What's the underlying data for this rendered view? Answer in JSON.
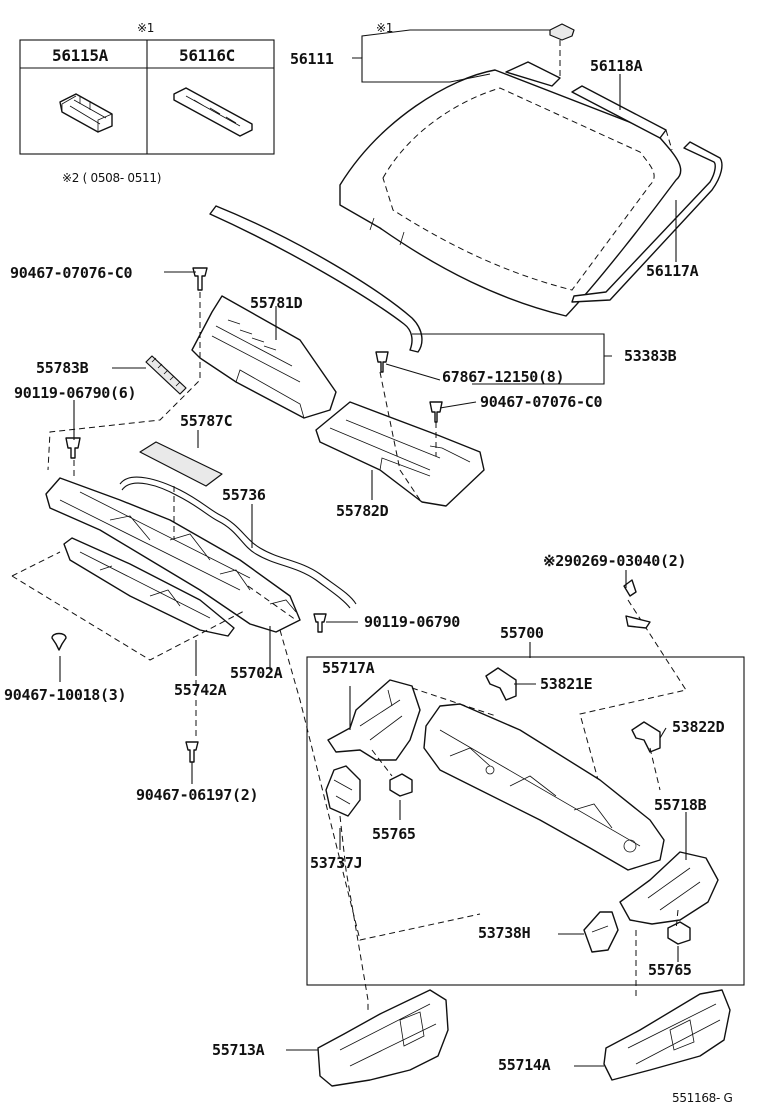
{
  "inset": {
    "note_marker": "※1",
    "col1_part": "56115A",
    "col2_part": "56116C",
    "footnote": "※2 ( 0508- 0511)"
  },
  "parts": {
    "p56111": "56111",
    "p56111_note": "※1",
    "p56118A": "56118A",
    "p56117A": "56117A",
    "p90467_07076_C0_a": "90467-07076-C0",
    "p55781D": "55781D",
    "p53383B": "53383B",
    "p55783B": "55783B",
    "p67867_12150": "67867-12150(8)",
    "p90119_06790_6": "90119-06790(6)",
    "p90467_07076_C0_b": "90467-07076-C0",
    "p55787C": "55787C",
    "p55736": "55736",
    "p55782D": "55782D",
    "p290269": "※290269-03040(2)",
    "p90119_06790": "90119-06790",
    "p55700": "55700",
    "p55717A": "55717A",
    "p53821E": "53821E",
    "p55702A": "55702A",
    "p90467_10018": "90467-10018(3)",
    "p55742A": "55742A",
    "p53822D": "53822D",
    "p90467_06197": "90467-06197(2)",
    "p55718B": "55718B",
    "p55765_a": "55765",
    "p53737J": "53737J",
    "p53738H": "53738H",
    "p55765_b": "55765",
    "p55713A": "55713A",
    "p55714A": "55714A"
  },
  "diagram_code": "551168- G"
}
